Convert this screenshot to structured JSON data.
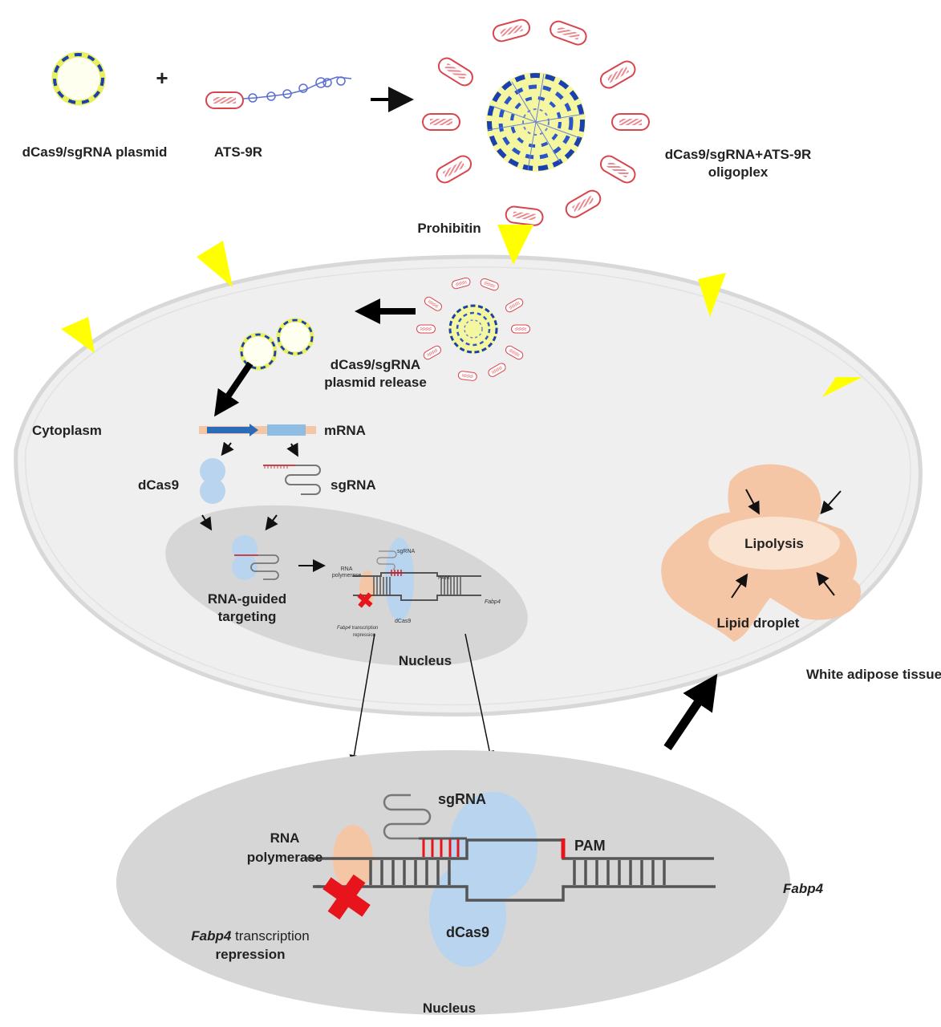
{
  "labels": {
    "plasmid": "dCas9/sgRNA plasmid",
    "plus": "+",
    "ats9r": "ATS-9R",
    "oligoplex_line1": "dCas9/sgRNA+ATS-9R",
    "oligoplex_line2": "oligoplex",
    "prohibitin": "Prohibitin",
    "plasmid_release_line1": "dCas9/sgRNA",
    "plasmid_release_line2": "plasmid release",
    "cytoplasm": "Cytoplasm",
    "mrna": "mRNA",
    "dcas9": "dCas9",
    "sgrna": "sgRNA",
    "rna_guided_line1": "RNA-guided",
    "rna_guided_line2": "targeting",
    "nucleus": "Nucleus",
    "lipolysis": "Lipolysis",
    "lipid_droplet": "Lipid droplet",
    "white_adipose": "White adipose tissue",
    "rna_pol_line1": "RNA",
    "rna_pol_line2": "polymerase",
    "pam": "PAM",
    "fabp4": "Fabp4",
    "repression_gene": "Fabp4",
    "repression_rest": " transcription",
    "repression_line2": "repression"
  },
  "colors": {
    "prohibitin": "#ffff00",
    "cell": "#efefef",
    "nucleus": "#d6d6d6",
    "dcas9": "#b8d4ee",
    "lipid": "#f5c6a5",
    "lipolysis": "#fbe3d2",
    "block": "#e8141b",
    "ats_peptide": "#d9454d",
    "polymer": "#5a6fd0"
  }
}
